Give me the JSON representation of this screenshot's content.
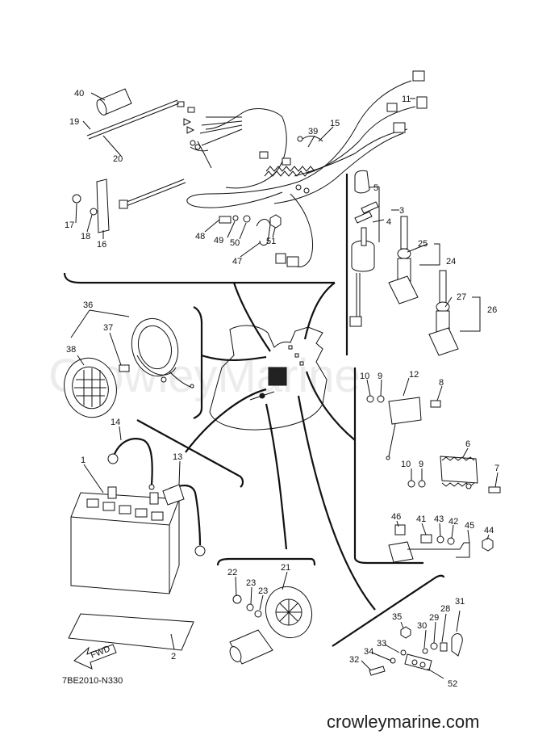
{
  "watermark": "CrowleyMarine",
  "diagram_code": "7BE2010-N330",
  "site": "crowleymarine.com",
  "fwd_label": "FWD",
  "callouts": [
    "1",
    "2",
    "3",
    "4",
    "5",
    "6",
    "7",
    "8",
    "9",
    "10",
    "11",
    "12",
    "13",
    "14",
    "15",
    "16",
    "17",
    "18",
    "19",
    "20",
    "21",
    "22",
    "23",
    "24",
    "25",
    "26",
    "27",
    "28",
    "29",
    "30",
    "31",
    "32",
    "33",
    "34",
    "35",
    "36",
    "37",
    "38",
    "39",
    "40",
    "41",
    "42",
    "43",
    "44",
    "45",
    "46",
    "47",
    "48",
    "49",
    "50",
    "51",
    "52"
  ],
  "dup_callouts": [
    "9",
    "10",
    "23"
  ]
}
